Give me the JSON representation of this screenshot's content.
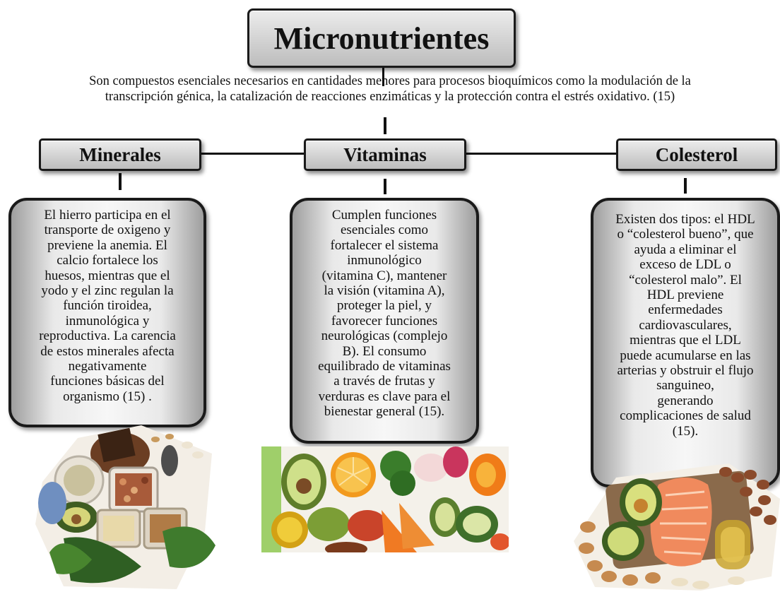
{
  "title": "Micronutrientes",
  "intro_lines": [
    "Son compuestos esenciales necesarios en cantidades menores para procesos bioquímicos como la modulación de la",
    "transcripción génica, la catalización de reacciones enzimáticas y la protección contra el estrés oxidativo. (15)"
  ],
  "categories": [
    {
      "heading": "Minerales",
      "lines": [
        "El hierro participa en el",
        "transporte de oxigeno y",
        "previene la anemia. El",
        "calcio fortalece los",
        "huesos, mientras que el",
        "yodo y el zinc regulan la",
        "función tiroidea,",
        "inmunológica y",
        "reproductiva. La carencia",
        "de estos minerales afecta",
        "negativamente",
        "funciones básicas del",
        "organismo (15) ."
      ]
    },
    {
      "heading": "Vitaminas",
      "lines": [
        "Cumplen funciones",
        "esenciales como",
        "fortalecer el sistema",
        "inmunológico",
        "(vitamina C), mantener",
        "la visión (vitamina A),",
        "proteger la piel, y",
        "favorecer funciones",
        "neurológicas (complejo",
        "B). El consumo",
        "equilibrado de vitaminas",
        "a través de frutas y",
        "verduras es clave para el",
        "bienestar general (15)."
      ]
    },
    {
      "heading": "Colesterol",
      "lines": [
        "Existen dos tipos: el HDL",
        "o “colesterol bueno”, que",
        "ayuda a eliminar el",
        "exceso de LDL o",
        "“colesterol malo”. El",
        "HDL previene",
        "enfermedades",
        "cardiovasculares,",
        "mientras que el LDL",
        "puede acumularse en las",
        "arterias y obstruir el flujo",
        "sanguineo,",
        "generando",
        "complicaciones de salud",
        "(15)."
      ]
    }
  ]
}
